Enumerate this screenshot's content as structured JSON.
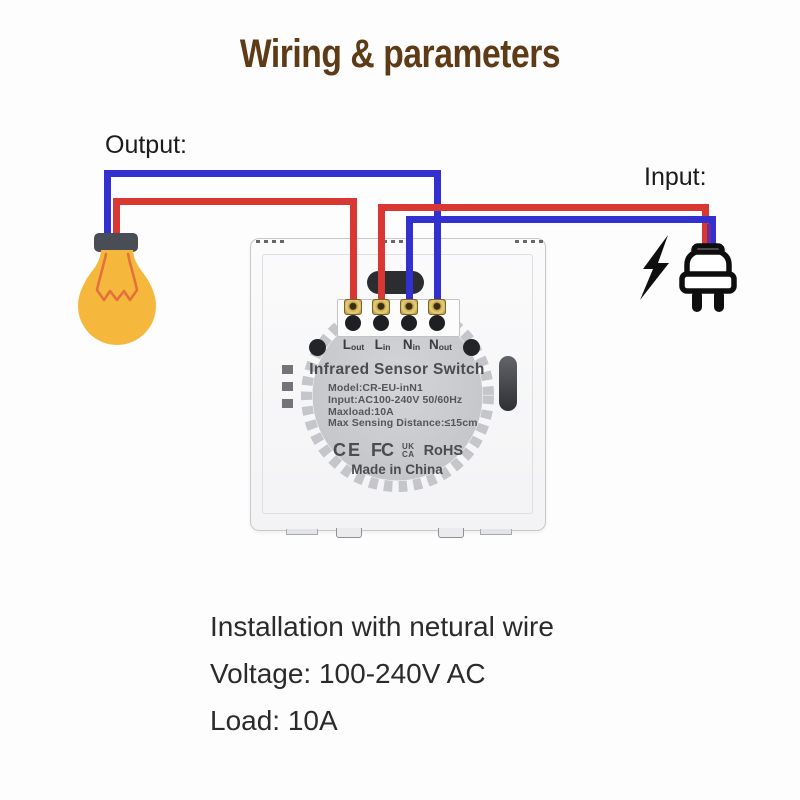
{
  "title": "Wiring & parameters",
  "diagram": {
    "output_label": "Output:",
    "input_label": "Input:"
  },
  "switch_back": {
    "terminals": [
      {
        "letter": "L",
        "sub": "out"
      },
      {
        "letter": "L",
        "sub": "in"
      },
      {
        "letter": "N",
        "sub": "in"
      },
      {
        "letter": "N",
        "sub": "out"
      }
    ],
    "product_name": "Infrared Sensor Switch",
    "specs": [
      "Model:CR-EU-inN1",
      "Input:AC100-240V 50/60Hz",
      "Maxload:10A",
      "Max Sensing Distance:≤15cm"
    ],
    "certifications": {
      "ce": "CE",
      "fcc": "FC",
      "ukca_line1": "UK",
      "ukca_line2": "CA",
      "rohs": "RoHS"
    },
    "made_in": "Made in China"
  },
  "parameters": [
    "Installation with netural wire",
    "Voltage: 100-240V AC",
    "Load: 10A"
  ],
  "colors": {
    "title_brown": "#5d3b16",
    "wire_live_red": "#d93732",
    "wire_neutral_blue": "#3231cf",
    "bulb_yellow": "#f5b83d",
    "backplate_gray": "#c5c6c9"
  }
}
